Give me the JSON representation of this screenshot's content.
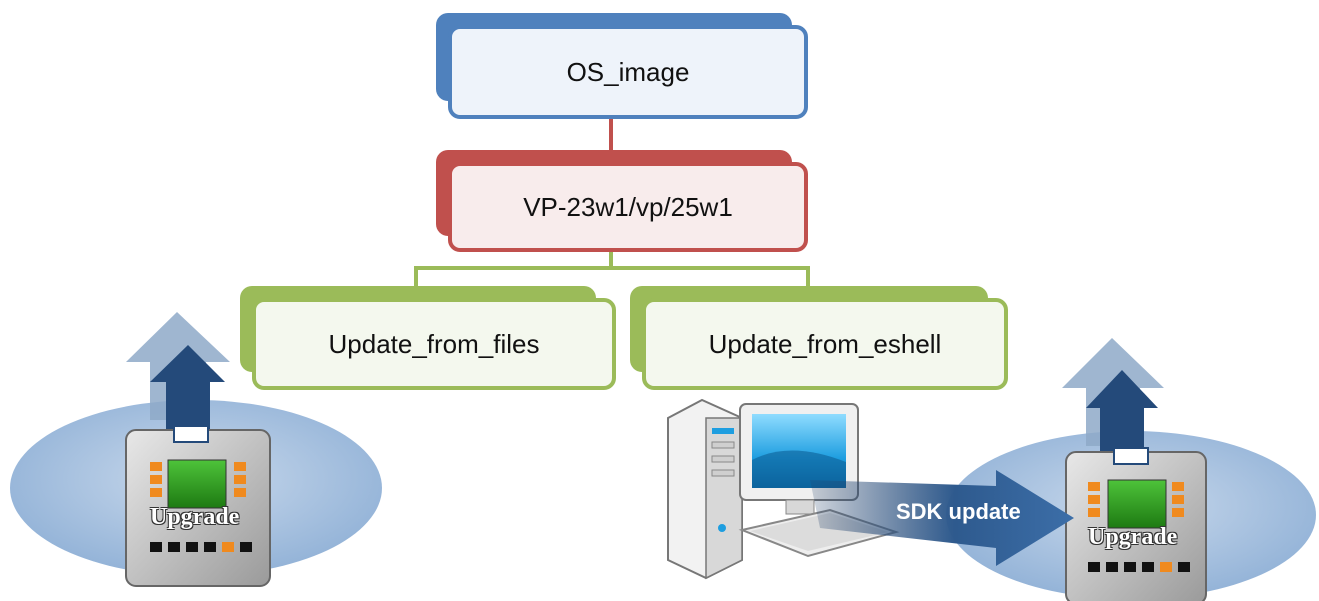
{
  "diagram": {
    "root": {
      "label": "OS_image",
      "color": "#4f81bd",
      "fill": "#eef3fa"
    },
    "level2": {
      "label": "VP-23w1/vp/25w1",
      "color": "#c0504d",
      "fill": "#f8ecec"
    },
    "level3": [
      {
        "label": "Update_from_files",
        "color": "#9bbb59",
        "fill": "#f4f8ee"
      },
      {
        "label": "Update_from_eshell",
        "color": "#9bbb59",
        "fill": "#f4f8ee"
      }
    ]
  },
  "devices": {
    "left_label": "Upgrade",
    "right_label": "Upgrade",
    "arrow_label": "SDK update",
    "ellipse_color": "#a7bfdc"
  }
}
